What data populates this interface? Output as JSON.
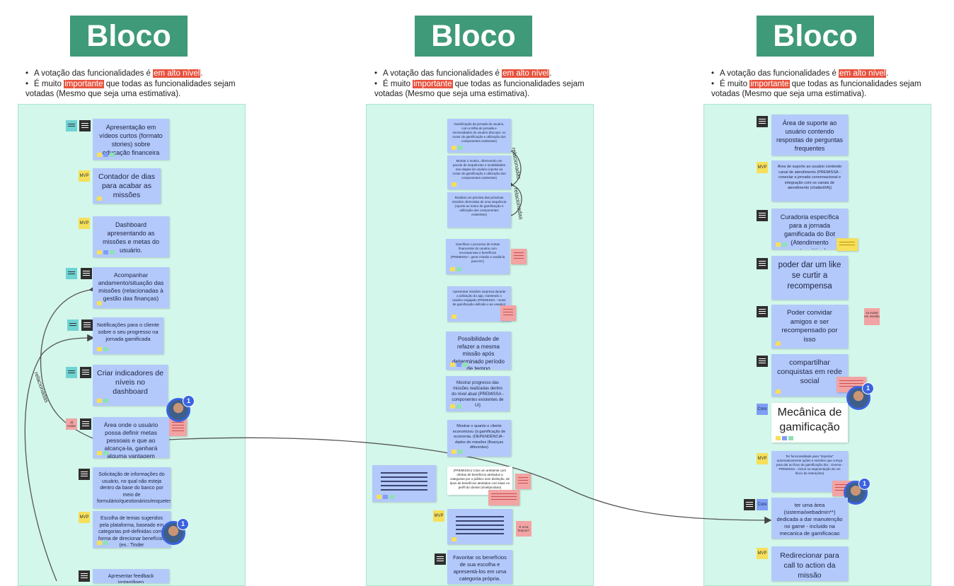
{
  "blocks": [
    {
      "title": "Bloco 01"
    },
    {
      "title": "Bloco 02"
    },
    {
      "title": "Bloco 03"
    }
  ],
  "bullets": {
    "line1_pre": "A votação das funcionalidades é ",
    "line1_hl": "em alto nível",
    "line1_post": ".",
    "line2_pre": "É muito ",
    "line2_hl": "importante",
    "line2_post": " que todas as funcionalidades sejam",
    "line3": "votadas (Mesmo que seja uma estimativa)."
  },
  "tags": {
    "mvp": "MVP",
    "core": "Core",
    "ja_existe": "Já existe",
    "ja_existe_b3": "Ja existe em missão",
    "e_uma_feature": "É uma feature?"
  },
  "relation_label": "relacionadas",
  "badge_count": "1",
  "bloco1": {
    "notes": [
      "Apresentação em vídeos curtos (formato stories) sobre educação financeira",
      "Contador de dias para acabar as missões",
      "Dashboard apresentando as missões e metas do usuário.",
      "Acompanhar andamento/situação das missões (relacionadas à gestão das finanças)",
      "Notificações para o cliente sobre o seu progresso na jornada gamificada",
      "Criar indicadores de níveis no dashboard",
      "Área onde o usuário possa definir metas pessoais e que ao alcança-la, ganhará alguma vantagem",
      "Solicitação de informações do usuário, no qual não esteja dentro da base do banco por meio de formulário/questionários/enquetes.",
      "Escolha de temas sugeridos pela plataforma, baseado em categorias pré-definidas como forma de direcionar benefícios (ex.: Tinder",
      "Apresentar feedback instantâneo"
    ]
  },
  "bloco2": {
    "notes": [
      "Gamificação da jornada do usuário, com a trilha de jornada e necessidades do usuário (Escopo: no motor de gamificação e utilização dos componentes existentes)",
      "Montar o motivo, oferecendo um pacote de sequências e modalidades nas etapas do usuário (Aporte ao motor de gamificação e utilização dos componentes existentes)",
      "Realizar um preview das próximas missões oferecidas de uma sequência (Aporte ao motor de gamificação e utilização dos componentes existentes)",
      "Gamificar o processo de metas financeiras do usuário com recompensas e benefícios (PREMISSA - gerar missão e avaliá-la para DC)",
      "Apresentar missões surpresa durante a utilização do app, mantendo o usuário engajado (PREMISSA - motor de gamificação definido e ao usuário)",
      "Possibilidade de refazer a mesma missão após determinado período de tempo",
      "Mostrar progresso das missões realizadas dentro do nível atual (PREMISSA - componentes existentes de UI)",
      "Mostrar o quanto o cliente economizou (à gamificação de economia. (DEPENDÊNCIA - dados de missões (finanças diferentes)",
      "(PREMISSA) Criar um ambiente com ofertas de benefícios atrelados a categorias por o público sem distinção, de tipos de benefícios atrelados com base no perfil do cliente (nível/produto)",
      "Favoritar os benefícios de sua escolha e apresentá-los em uma categoria própria."
    ]
  },
  "bloco3": {
    "notes": [
      "Área de suporte ao usuário contendo respostas de perguntas frequentes",
      "Área de suporte ao usuário contendo canal de atendimento (PREMISSA - conectar a jornada conversacional e integração com os canais de atendimento (chatbot/IA))",
      "Curadoria específica para a jornada gamificada do Bot (Atendimento automático)",
      "poder dar um like se curtir a recompensa",
      "Poder convidar amigos e ser recompensado por isso",
      "compartilhar conquistas em rede social",
      "Mecânica de gamificação",
      "Ter funcionalidade para \"importar\" automaticamente ações e missões que cresça para dar ao fluxo de gamificação (Ex.: cinema - PREMISSA - incluir na segmentação de um bloco de interações)",
      "ter uma área (sistema/webadmin**) dedicada a dar manutenção no game - incluido na mecanica de gamificacao",
      "Redirecionar para call to action da missão"
    ]
  },
  "colors": {
    "title_bg": "#3f9a79",
    "panel_bg": "#d3f7ea",
    "note_bg": "#b3c9fb",
    "highlight": "#e8523e",
    "mvp": "#f6df5a",
    "core": "#7f9ef3",
    "pink": "#f2a3a3"
  }
}
